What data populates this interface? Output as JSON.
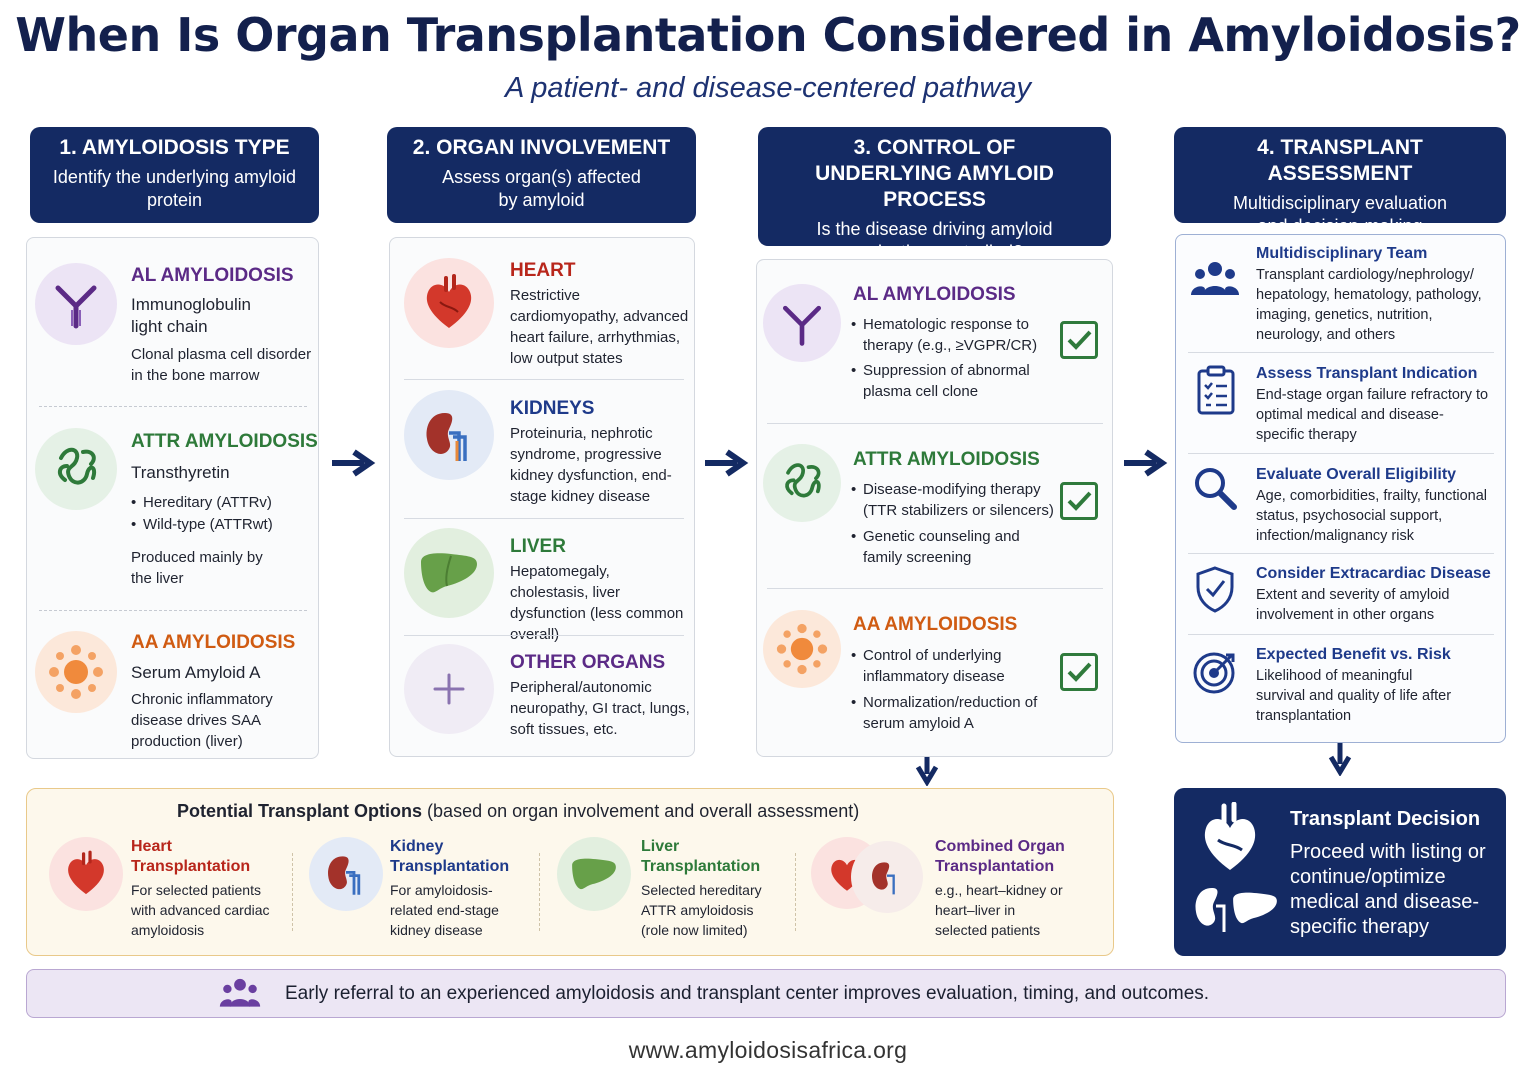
{
  "title": "When Is Organ Transplantation Considered in Amyloidosis?",
  "subtitle": "A patient- and disease-centered pathway",
  "step1": {
    "heading": "1. AMYLOIDOSIS TYPE",
    "sub": "Identify the underlying amyloid protein",
    "al": {
      "name": "AL AMYLOIDOSIS",
      "protein": "Immunoglobulin light chain",
      "desc": "Clonal plasma cell disorder in the bone marrow",
      "icon": "antibody-icon"
    },
    "attr": {
      "name": "ATTR AMYLOIDOSIS",
      "protein": "Transthyretin",
      "bullets": [
        "Hereditary (ATTRv)",
        "Wild-type (ATTRwt)"
      ],
      "desc": "Produced mainly by the liver",
      "icon": "protein-fold-icon"
    },
    "aa": {
      "name": "AA AMYLOIDOSIS",
      "protein": "Serum Amyloid A",
      "desc": "Chronic inflammatory disease drives SAA production (liver)",
      "icon": "inflammation-icon"
    }
  },
  "step2": {
    "heading": "2. ORGAN INVOLVEMENT",
    "sub": "Assess organ(s) affected by amyloid",
    "organs": [
      {
        "name": "HEART",
        "desc": "Restrictive cardiomyopathy, advanced heart failure, arrhythmias, low output states",
        "icon": "heart-icon"
      },
      {
        "name": "KIDNEYS",
        "desc": "Proteinuria, nephrotic syndrome, progressive kidney dysfunction, end-stage kidney disease",
        "icon": "kidney-icon"
      },
      {
        "name": "LIVER",
        "desc": "Hepatomegaly, cholestasis, liver dysfunction (less common overall)",
        "icon": "liver-icon"
      },
      {
        "name": "OTHER ORGANS",
        "desc": "Peripheral/autonomic neuropathy, GI tract, lungs, soft tissues, etc.",
        "icon": "plus-icon"
      }
    ]
  },
  "step3": {
    "heading": "3. CONTROL OF UNDERLYING AMYLOID PROCESS",
    "sub": "Is the disease driving amyloid production controlled?",
    "al": {
      "name": "AL AMYLOIDOSIS",
      "bullets": [
        "Hematologic response to therapy (e.g., ≥VGPR/CR)",
        "Suppression of abnormal plasma cell clone"
      ]
    },
    "attr": {
      "name": "ATTR AMYLOIDOSIS",
      "bullets": [
        "Disease-modifying therapy (TTR stabilizers or silencers)",
        "Genetic counseling and family screening"
      ]
    },
    "aa": {
      "name": "AA AMYLOIDOSIS",
      "bullets": [
        "Control of underlying inflammatory disease",
        "Normalization/reduction of serum amyloid A"
      ]
    }
  },
  "step4": {
    "heading": "4. TRANSPLANT ASSESSMENT",
    "sub": "Multidisciplinary evaluation and decision-making",
    "items": [
      {
        "title": "Multidisciplinary Team",
        "desc": "Transplant cardiology/nephrology/ hepatology, hematology, pathology, imaging, genetics, nutrition, neurology, and others",
        "icon": "team-icon"
      },
      {
        "title": "Assess Transplant Indication",
        "desc": "End-stage organ failure refractory to optimal medical and disease-specific therapy",
        "icon": "clipboard-icon"
      },
      {
        "title": "Evaluate Overall Eligibility",
        "desc": "Age, comorbidities, frailty, functional status, psychosocial support, infection/malignancy risk",
        "icon": "magnifier-icon"
      },
      {
        "title": "Consider Extracardiac Disease",
        "desc": "Extent and severity of amyloid involvement in other organs",
        "icon": "shield-icon"
      },
      {
        "title": "Expected Benefit vs. Risk",
        "desc": "Likelihood of meaningful survival and quality of life after transplantation",
        "icon": "target-icon"
      }
    ]
  },
  "options": {
    "title_bold": "Potential Transplant Options",
    "title_rest": "(based on organ involvement and overall assessment)",
    "items": [
      {
        "name": "Heart Transplantation",
        "desc": "For selected patients with advanced cardiac amyloidosis",
        "icon": "heart-icon"
      },
      {
        "name": "Kidney Transplantation",
        "desc": "For amyloidosis-related end-stage kidney disease",
        "icon": "kidney-icon"
      },
      {
        "name": "Liver Transplantation",
        "desc": "Selected hereditary ATTR amyloidosis (role now limited)",
        "icon": "liver-icon"
      },
      {
        "name": "Combined Organ Transplantation",
        "desc": "e.g., heart–kidney or heart–liver in selected patients",
        "icon": "combined-organ-icon"
      }
    ]
  },
  "decision": {
    "title": "Transplant Decision",
    "text": "Proceed with listing or continue/optimize medical and disease-specific therapy"
  },
  "banner": "Early referral to an experienced amyloidosis and transplant center improves evaluation, timing, and outcomes.",
  "footer": "www.amyloidosisafrica.org",
  "colors": {
    "navy": "#142a63",
    "al": "#5b2a86",
    "attr": "#2e7a3a",
    "aa": "#d05b12",
    "heart": "#b8261b",
    "kidney": "#1e3a8a"
  }
}
